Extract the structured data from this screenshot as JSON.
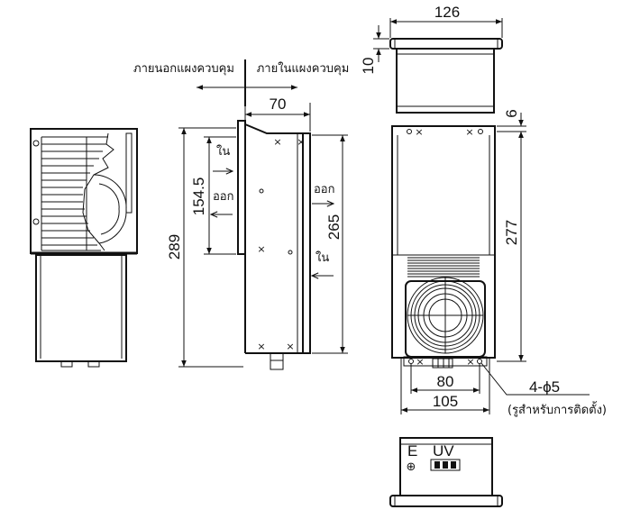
{
  "labels": {
    "outside_panel": "ภายนอกแผงควบคุม",
    "inside_panel": "ภายในแผงควบคุม",
    "air_in_upper": "ใน",
    "air_out_upper": "ออก",
    "air_out_right": "ออก",
    "air_in_right": "ใน",
    "terminal_e": "E",
    "terminal_uv": "UV",
    "hole_spec": "4-ϕ5",
    "hole_note": "(รูสำหรับการติดตั้ง)"
  },
  "dimensions": {
    "top_width": "126",
    "flange_thickness": "10",
    "panel_depth": "70",
    "hole_offset": "6",
    "opening_height": "154.5",
    "overall_height": "289",
    "inner_height": "265",
    "front_height": "277",
    "hole_pitch": "80",
    "bottom_width": "105"
  },
  "colors": {
    "line": "#111111",
    "background": "#ffffff"
  }
}
